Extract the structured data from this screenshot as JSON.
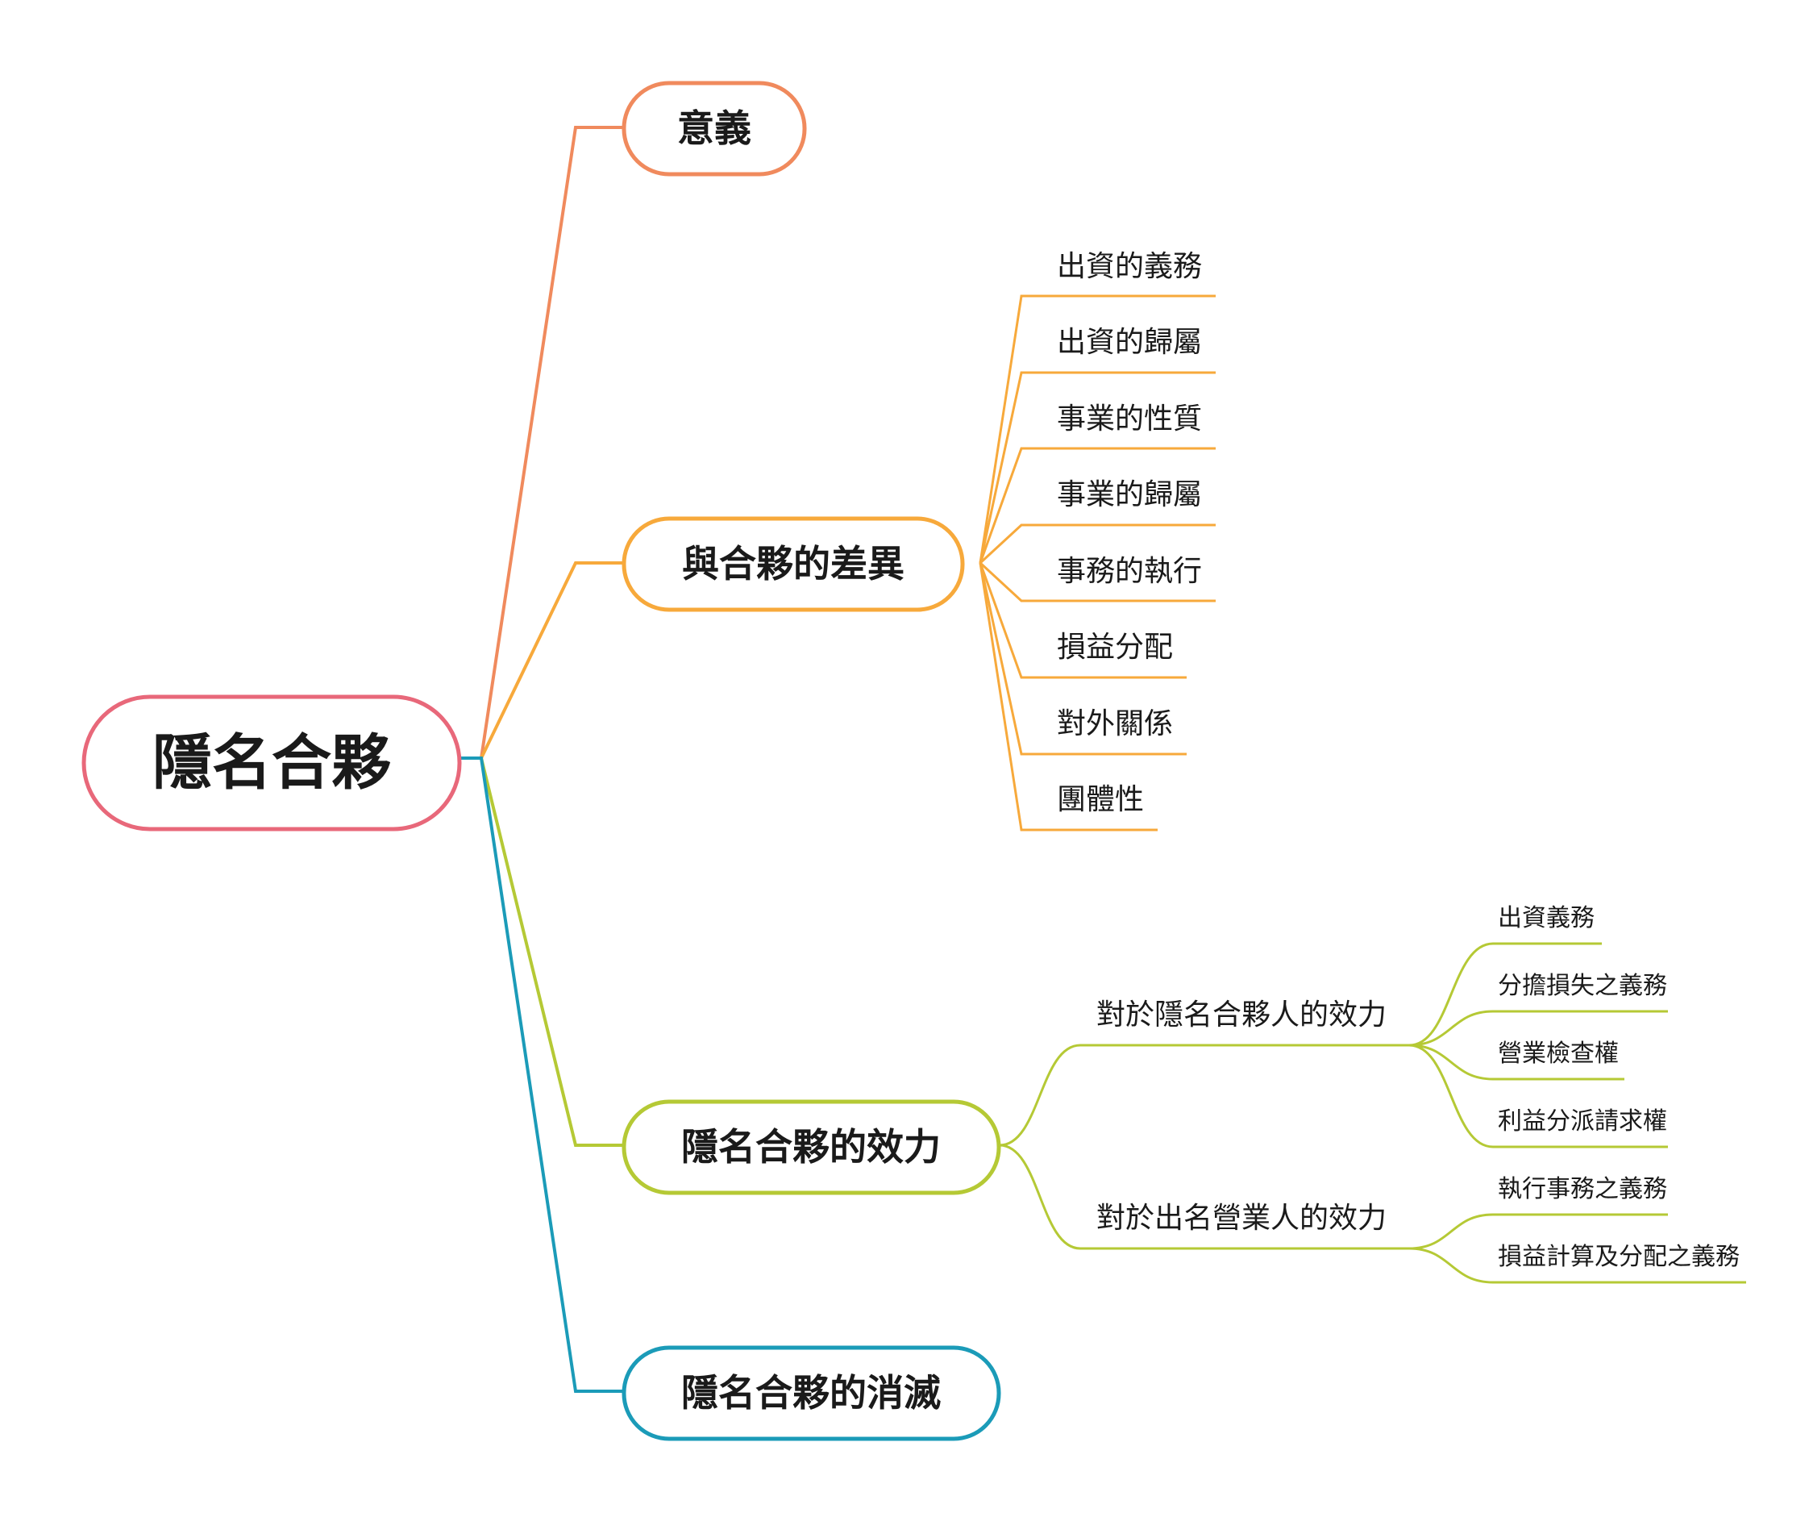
{
  "root": {
    "label": "隱名合夥",
    "color": "#e8687a"
  },
  "branches": [
    {
      "id": "b1",
      "label": "意義",
      "color": "#f08a5d"
    },
    {
      "id": "b2",
      "label": "與合夥的差異",
      "color": "#f7a93b"
    },
    {
      "id": "b3",
      "label": "隱名合夥的效力",
      "color": "#b5c935"
    },
    {
      "id": "b4",
      "label": "隱名合夥的消滅",
      "color": "#1b9bb8"
    }
  ],
  "differences": [
    "出資的義務",
    "出資的歸屬",
    "事業的性質",
    "事業的歸屬",
    "事務的執行",
    "損益分配",
    "對外關係",
    "團體性"
  ],
  "effects": [
    {
      "label": "對於隱名合夥人的效力",
      "items": [
        "出資義務",
        "分擔損失之義務",
        "營業檢查權",
        "利益分派請求權"
      ]
    },
    {
      "label": "對於出名營業人的效力",
      "items": [
        "執行事務之義務",
        "損益計算及分配之義務"
      ]
    }
  ]
}
